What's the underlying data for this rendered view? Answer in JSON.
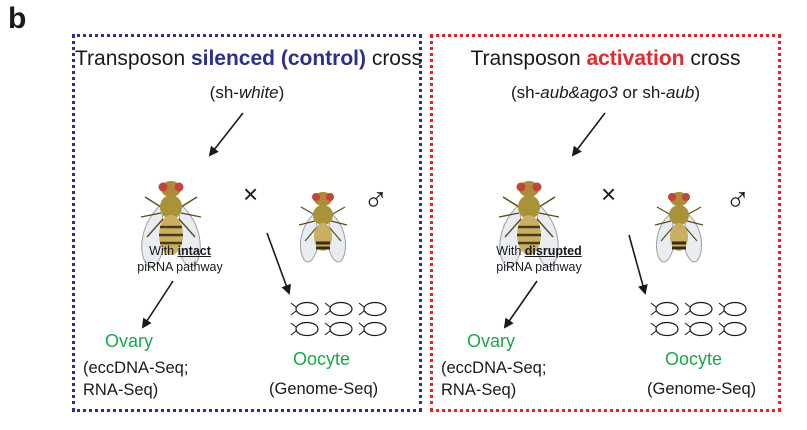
{
  "panel_letter": "b",
  "panels": [
    {
      "title_pre": "Transposon ",
      "title_highlight": "silenced (control)",
      "title_post": " cross",
      "subtitle_pre": "(sh-",
      "subtitle_italic": "white",
      "subtitle_post": ")",
      "female_label_pre": "With ",
      "female_label_bold": "intact",
      "female_label_line2": "piRNA pathway",
      "cross_symbol": "×",
      "male_symbol": "♂",
      "ovary": "Ovary",
      "ovary_desc_1": "(eccDNA-Seq;",
      "ovary_desc_2": "RNA-Seq)",
      "oocyte": "Oocyte",
      "oocyte_desc": "(Genome-Seq)",
      "border_color": "#2b2f8f"
    },
    {
      "title_pre": "Transposon ",
      "title_highlight": "activation",
      "title_post": " cross",
      "subtitle_pre": "(sh-",
      "subtitle_italic": "aub&ago3",
      "subtitle_mid": " or sh-",
      "subtitle_italic2": "aub",
      "subtitle_post": ")",
      "female_label_pre": "With ",
      "female_label_bold": "disrupted",
      "female_label_line2": "piRNA pathway",
      "cross_symbol": "×",
      "male_symbol": "♂",
      "ovary": "Ovary",
      "ovary_desc_1": "(eccDNA-Seq;",
      "ovary_desc_2": "RNA-Seq)",
      "oocyte": "Oocyte",
      "oocyte_desc": "(Genome-Seq)",
      "border_color": "#e0262b"
    }
  ]
}
